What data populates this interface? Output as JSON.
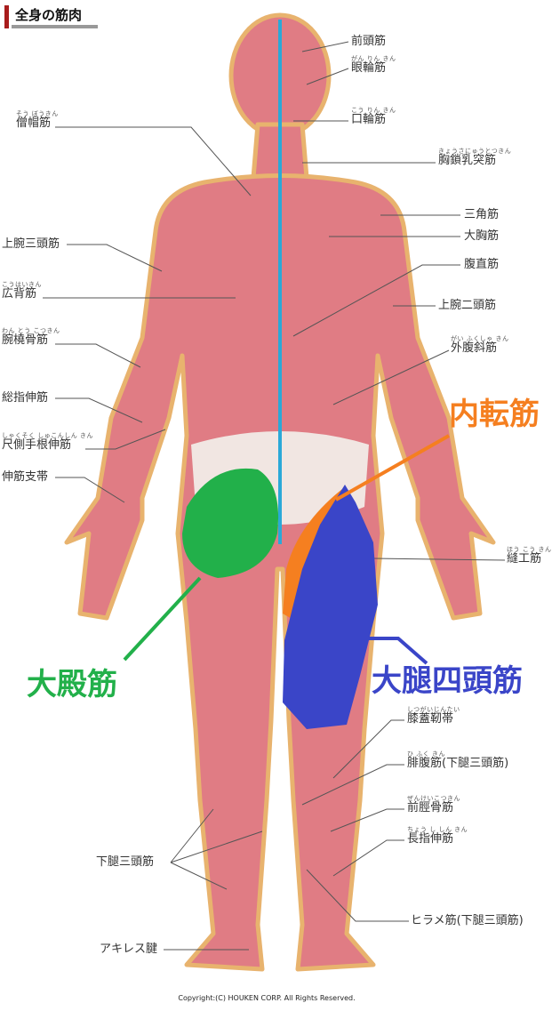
{
  "title": "全身の筋肉",
  "colors": {
    "muscle": "#e07c84",
    "outline": "#e8b36e",
    "midline": "#2ba9d8",
    "gluteal": "#22b04a",
    "adductor": "#f57f20",
    "quadriceps": "#3a45c8",
    "title_bar": "#a81c1c"
  },
  "left_labels": [
    {
      "name": "僧帽筋",
      "furigana": "そう ぼうきん"
    },
    {
      "name": "上腕三頭筋",
      "furigana": ""
    },
    {
      "name": "広背筋",
      "furigana": "こうはいきん"
    },
    {
      "name": "腕橈骨筋",
      "furigana": "わん とう こつきん"
    },
    {
      "name": "総指伸筋",
      "furigana": ""
    },
    {
      "name": "尺側手根伸筋",
      "furigana": "しゃくそく しゅこんしん きん"
    },
    {
      "name": "伸筋支帯",
      "furigana": ""
    },
    {
      "name": "下腿三頭筋",
      "furigana": ""
    },
    {
      "name": "アキレス腱",
      "furigana": ""
    }
  ],
  "right_labels": [
    {
      "name": "前頭筋",
      "furigana": ""
    },
    {
      "name": "眼輪筋",
      "furigana": "がん りん きん"
    },
    {
      "name": "口輪筋",
      "furigana": "こう りん きん"
    },
    {
      "name": "胸鎖乳突筋",
      "furigana": "きょうさにゅうとつきん"
    },
    {
      "name": "三角筋",
      "furigana": ""
    },
    {
      "name": "大胸筋",
      "furigana": ""
    },
    {
      "name": "腹直筋",
      "furigana": ""
    },
    {
      "name": "上腕二頭筋",
      "furigana": ""
    },
    {
      "name": "外腹斜筋",
      "furigana": "がい ふくしゃ きん"
    },
    {
      "name": "縫工筋",
      "furigana": "ほう こう きん"
    },
    {
      "name": "膝蓋靭帯",
      "furigana": "しつがいじんたい"
    },
    {
      "name": "腓腹筋(下腿三頭筋)",
      "furigana": "ひ ふく きん"
    },
    {
      "name": "前脛骨筋",
      "furigana": "ぜんけいこつきん"
    },
    {
      "name": "長指伸筋",
      "furigana": "ちょう し しん きん"
    },
    {
      "name": "ヒラメ筋(下腿三頭筋)",
      "furigana": ""
    }
  ],
  "highlights": {
    "adductor": "内転筋",
    "gluteal": "大殿筋",
    "quadriceps": "大腿四頭筋"
  },
  "copyright": "Copyright:(C) HOUKEN CORP. All Rights Reserved."
}
